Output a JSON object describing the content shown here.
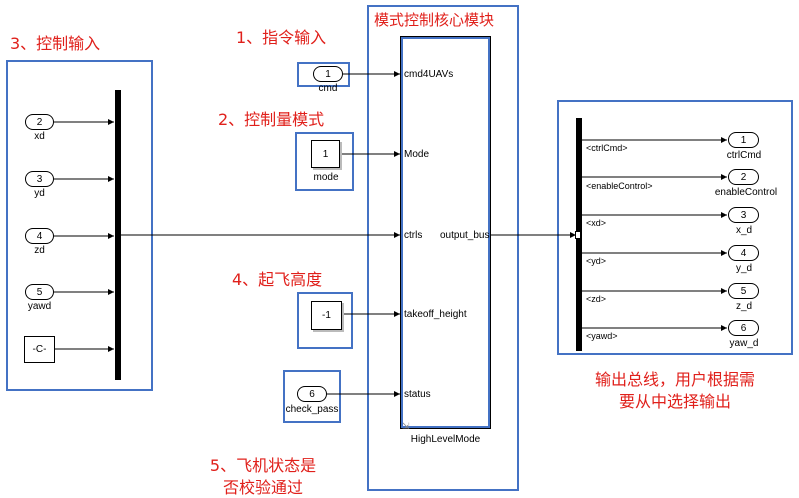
{
  "annotations": {
    "ctrl_input": "3、控制输入",
    "cmd_input": "1、指令输入",
    "ctrl_mode": "2、控制量模式",
    "module_title": "模式控制核心模块",
    "takeoff": "4、起飞高度",
    "status_line1": "5、飞机状态是",
    "status_line2": "否校验通过",
    "output_line1": "输出总线，用户根据需",
    "output_line2": "要从中选择输出"
  },
  "left_inports": [
    {
      "num": "2",
      "name": "xd"
    },
    {
      "num": "3",
      "name": "yd"
    },
    {
      "num": "4",
      "name": "zd"
    },
    {
      "num": "5",
      "name": "yawd"
    }
  ],
  "constant_c": "-C-",
  "cmd_port": {
    "num": "1",
    "name": "cmd"
  },
  "mode_const": {
    "value": "1",
    "name": "mode"
  },
  "takeoff_const": {
    "value": "-1"
  },
  "check_port": {
    "num": "6",
    "name": "check_pass"
  },
  "subsystem": {
    "name": "HighLevelMode",
    "inputs": [
      "cmd4UAVs",
      "Mode",
      "ctrls",
      "takeoff_height",
      "status"
    ],
    "output": "output_bus"
  },
  "bus_selector_signals": [
    "<ctrlCmd>",
    "<enableControl>",
    "<xd>",
    "<yd>",
    "<zd>",
    "<yawd>"
  ],
  "outports": [
    {
      "num": "1",
      "name": "ctrlCmd"
    },
    {
      "num": "2",
      "name": "enableControl"
    },
    {
      "num": "3",
      "name": "x_d"
    },
    {
      "num": "4",
      "name": "y_d"
    },
    {
      "num": "5",
      "name": "z_d"
    },
    {
      "num": "6",
      "name": "yaw_d"
    }
  ],
  "colors": {
    "box_border": "#4472c4",
    "annotation": "#e0201b",
    "wire": "#000000"
  }
}
